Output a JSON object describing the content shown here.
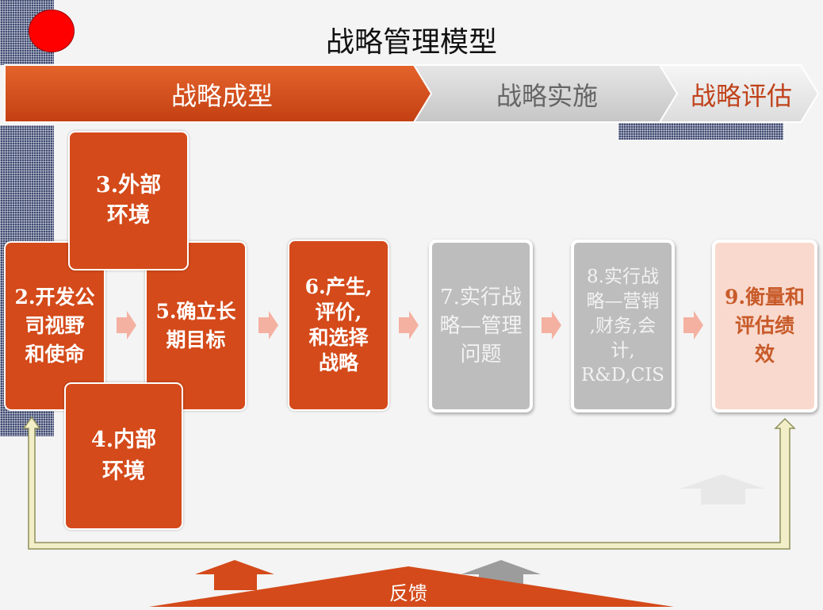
{
  "title": "战略管理模型",
  "phases": [
    {
      "label": "战略成型",
      "color": "#ffffff"
    },
    {
      "label": "战略实施",
      "color": "#666666"
    },
    {
      "label": "战略评估",
      "color": "#c0421a"
    }
  ],
  "steps": {
    "step2": "2.开发公\n司视野\n和使命",
    "step3": "3.外部\n环境",
    "step4": "4.内部\n环境",
    "step5": "5.确立长\n期目标",
    "step6": "6.产生,\n评价,\n和选择\n战略",
    "step7": "7.实行战\n略—管理\n问题",
    "step8": "8.实行战\n略—营销\n,财务,会\n计,\nR&D,CIS",
    "step9": "9.衡量和\n评估绩\n效"
  },
  "feedback_label": "反馈",
  "colors": {
    "primary": "#d44a1a",
    "implement_gray": "#bdbdbd",
    "evaluate_pink": "#f9d9cd",
    "feedback_line": "#f2eec8"
  }
}
